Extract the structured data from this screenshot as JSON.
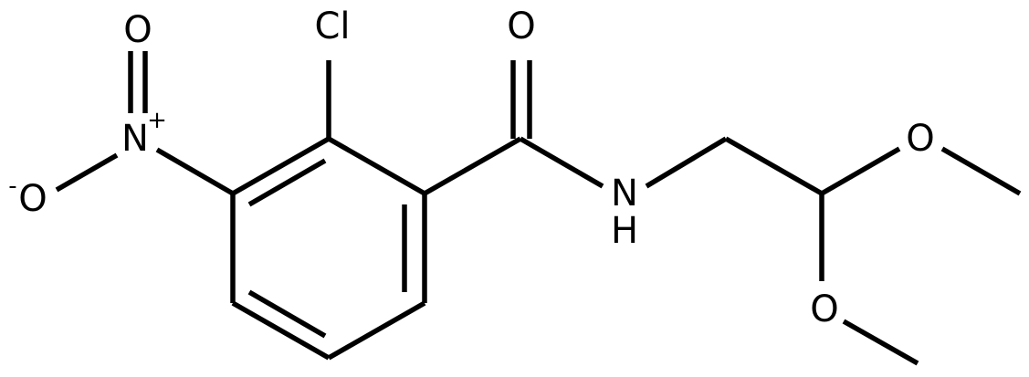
{
  "diagram": {
    "atoms": {
      "chlorine": "Cl",
      "carbonyl_oxygen": "O",
      "nitro_nitrogen": "N",
      "nitro_nitrogen_charge": "+",
      "nitro_oxygen_top": "O",
      "nitro_oxygen_bottom": "O",
      "nitro_oxygen_bottom_charge": "-",
      "amide_nitrogen": "N",
      "amide_hydrogen": "H",
      "methoxy_oxygen_upper": "O",
      "methoxy_oxygen_lower": "O"
    },
    "colors": {
      "bond": "#000000",
      "label": "#000000",
      "background": "#ffffff"
    }
  }
}
